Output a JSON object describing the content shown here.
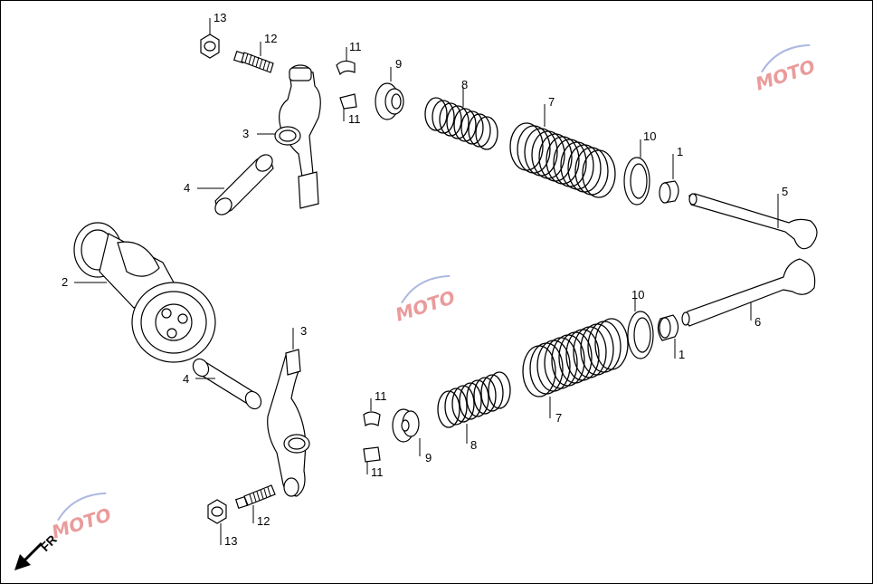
{
  "diagram": {
    "callouts": [
      {
        "id": "c13a",
        "text": "13"
      },
      {
        "id": "c12a",
        "text": "12"
      },
      {
        "id": "c11a",
        "text": "11"
      },
      {
        "id": "c11b",
        "text": "11"
      },
      {
        "id": "c9a",
        "text": "9"
      },
      {
        "id": "c8a",
        "text": "8"
      },
      {
        "id": "c7a",
        "text": "7"
      },
      {
        "id": "c10a",
        "text": "10"
      },
      {
        "id": "c1a",
        "text": "1"
      },
      {
        "id": "c5",
        "text": "5"
      },
      {
        "id": "c3a",
        "text": "3"
      },
      {
        "id": "c4a",
        "text": "4"
      },
      {
        "id": "c2",
        "text": "2"
      },
      {
        "id": "c10b",
        "text": "10"
      },
      {
        "id": "c6",
        "text": "6"
      },
      {
        "id": "c1b",
        "text": "1"
      },
      {
        "id": "c3b",
        "text": "3"
      },
      {
        "id": "c4b",
        "text": "4"
      },
      {
        "id": "c11c",
        "text": "11"
      },
      {
        "id": "c11d",
        "text": "11"
      },
      {
        "id": "c9b",
        "text": "9"
      },
      {
        "id": "c8b",
        "text": "8"
      },
      {
        "id": "c7b",
        "text": "7"
      },
      {
        "id": "c12b",
        "text": "12"
      },
      {
        "id": "c13b",
        "text": "13"
      }
    ],
    "direction_label": "FR",
    "watermark_text": "MOTO",
    "colors": {
      "line": "#000000",
      "watermark_red": "#d94a4a",
      "watermark_blue": "#6a7fc9"
    }
  }
}
